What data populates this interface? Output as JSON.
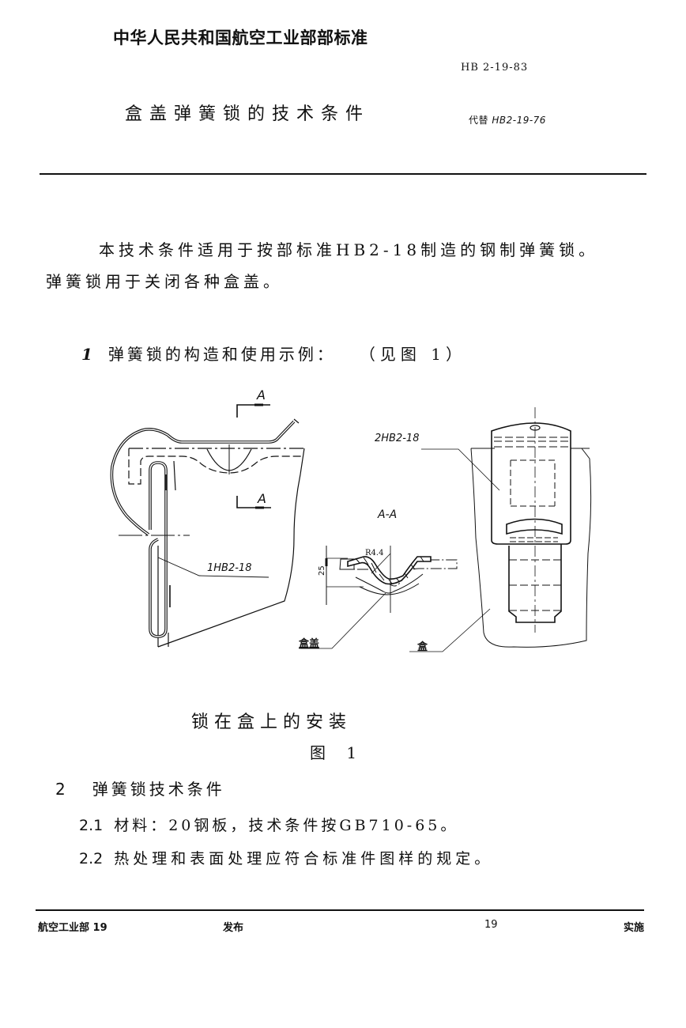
{
  "header": {
    "organization": "中华人民共和国航空工业部部标准",
    "standard_number": "HB 2-19-83",
    "title": "盒盖弹簧锁的技术条件",
    "replaces_label": "代替",
    "replaces_number": "HB2-19-76"
  },
  "intro": {
    "line1": "本技术条件适用于按部标准HB2-18制造的钢制弹簧锁。",
    "line2": "弹簧锁用于关闭各种盒盖。"
  },
  "section1": {
    "number": "1",
    "text": "弹簧锁的构造和使用示例：",
    "reference": "（见图 1）"
  },
  "figure": {
    "labels": {
      "section_mark_top": "A",
      "section_mark_bottom": "A",
      "part1": "1HB2-18",
      "part2": "2HB2-18",
      "section_view": "A-A",
      "radius": "R4.4",
      "dimension": "25",
      "lid": "盒盖",
      "box": "盒"
    },
    "caption": "锁在盒上的安装",
    "number": "图 1"
  },
  "section2": {
    "number": "2",
    "title": "弹簧锁技术条件",
    "items": [
      {
        "number": "2.1",
        "text": "材料：20钢板，技术条件按GB710-65。"
      },
      {
        "number": "2.2",
        "text": "热处理和表面处理应符合标准件图样的规定。"
      }
    ]
  },
  "footer": {
    "issuer": "航空工业部 19",
    "issued": "发布",
    "year": "19",
    "effective": "实施"
  }
}
